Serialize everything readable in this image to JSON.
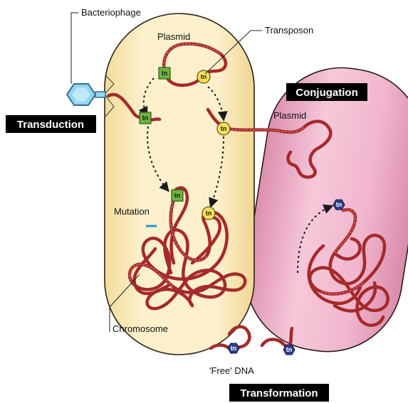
{
  "labels": {
    "bacteriophage": "Bacteriophage",
    "plasmid_left": "Plasmid",
    "transposon": "Transposon",
    "conjugation": "Conjugation",
    "plasmid_right": "Plasmid",
    "transduction": "Transduction",
    "mutation": "Mutation",
    "chromosome": "Chromosome",
    "free_dna": "'Free' DNA",
    "transformation": "Transformation",
    "tn": "tn"
  },
  "colors": {
    "cell_left_fill": "#fbefc5",
    "cell_right_fill": "#f2b8cf",
    "dna": "#a52a2a",
    "tn_square": "#6cb33f",
    "tn_circle": "#f5e05a",
    "tn_hex": "#2b3f8f",
    "phage": "#8fd6f2",
    "label_box": "#000000",
    "mutation_mark": "#2a8fd8"
  },
  "icons": [
    "bacteriophage-icon",
    "transposon-square-icon",
    "transposon-circle-icon",
    "transposon-hexagon-icon"
  ]
}
